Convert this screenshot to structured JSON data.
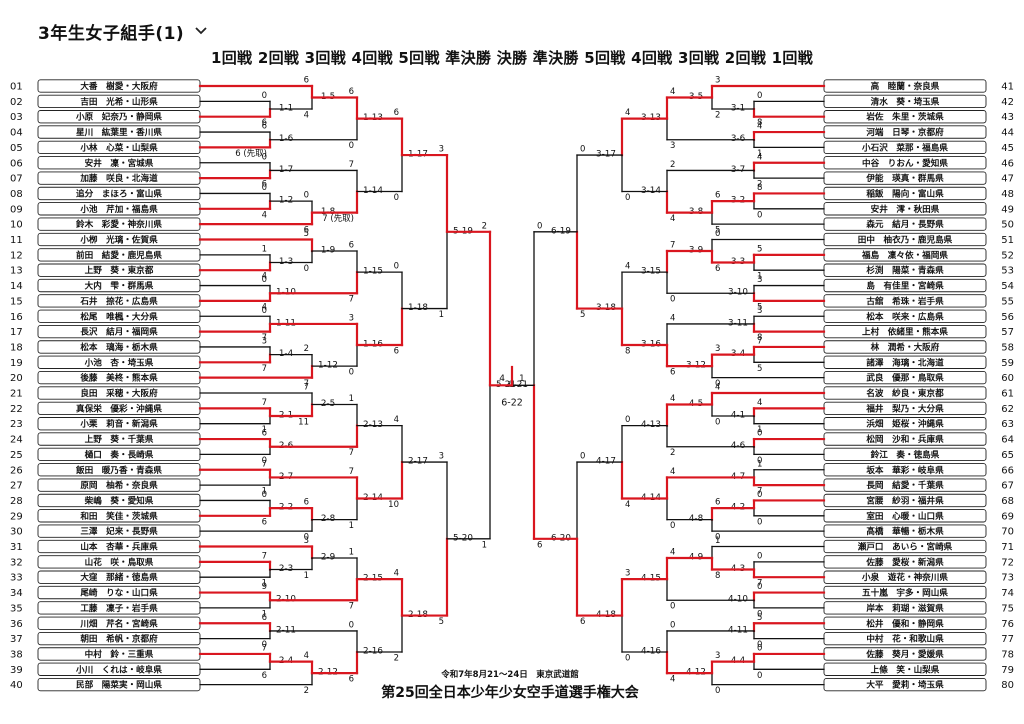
{
  "title": "3年生女子組手(1)",
  "rounds_header": "1回戦 2回戦 3回戦 4回戦 5回戦 準決勝 決勝 準決勝 5回戦 4回戦 3回戦 2回戦 1回戦",
  "colors": {
    "win": "#d9161f",
    "lose": "#111111",
    "box": "#222222"
  },
  "left_players": [
    "大番　樹愛・大阪府",
    "吉田　光希・山形県",
    "小原　妃奈乃・静岡県",
    "星川　紘葉里・香川県",
    "小林　心菜・山梨県",
    "安井　凜・宮城県",
    "加藤　咲良・北海道",
    "追分　まほろ・富山県",
    "小池　芹加・福島県",
    "鈴木　彩愛・神奈川県",
    "小栁　光璃・佐賀県",
    "前田　結愛・鹿児島県",
    "上野　葵・東京都",
    "大内　雫・群馬県",
    "石井　捺花・広島県",
    "松尾　唯楓・大分県",
    "長沢　結月・福岡県",
    "松本　璃海・栃木県",
    "小池　杏・埼玉県",
    "後藤　美柊・熊本県",
    "良田　采穂・大阪府",
    "真保栄　優彩・沖縄県",
    "小栗　莉音・新潟県",
    "上野　葵・千葉県",
    "樋口　奏・長崎県",
    "飯田　暖乃香・青森県",
    "原岡　柚希・奈良県",
    "柴嶋　葵・愛知県",
    "和田　笑佳・茨城県",
    "三澤　妃来・長野県",
    "山本　杏華・兵庫県",
    "山花　咲・鳥取県",
    "大窪　那緒・徳島県",
    "尾崎　りな・山口県",
    "工藤　凜子・岩手県",
    "川畑　芹名・宮崎県",
    "朝田　希帆・京都府",
    "中村　鈴・三重県",
    "小川　くれは・岐阜県",
    "民部　陽菜実・岡山県"
  ],
  "right_players": [
    "高　睦蘭・奈良県",
    "清水　葵・埼玉県",
    "岩佐　朱里・茨城県",
    "河端　日琴・京都府",
    "小石沢　菜那・福島県",
    "中谷　りおん・愛知県",
    "伊能　瑛真・群馬県",
    "稲飯　陽向・富山県",
    "安井　澪・秋田県",
    "森元　結月・長野県",
    "田中　柚衣乃・鹿児島県",
    "福島　凜々依・福岡県",
    "杉渕　陽菜・青森県",
    "島　有佳里・宮崎県",
    "古舘　希珠・岩手県",
    "松本　咲来・広島県",
    "上村　依緒里・熊本県",
    "林　潤希・大阪府",
    "諸澤　海璃・北海道",
    "武良　優那・鳥取県",
    "名波　紗良・東京都",
    "福井　梨乃・大分県",
    "浜畑　姫桜・沖縄県",
    "松岡　沙和・兵庫県",
    "鈴江　奏・徳島県",
    "坂本　華彩・岐阜県",
    "長岡　結愛・千葉県",
    "宮腰　紗羽・福井県",
    "室田　心暖・山口県",
    "髙橋　華暢・栃木県",
    "瀬戸口　あいら・宮崎県",
    "佐藤　愛桜・新潟県",
    "小泉　遊花・神奈川県",
    "五十嵐　宇多・岡山県",
    "岸本　莉瑚・滋賀県",
    "松井　優和・静岡県",
    "中村　花・和歌山県",
    "佐藤　葵月・愛媛県",
    "上條　笑・山梨県",
    "大平　愛莉・埼玉県"
  ],
  "left_seeds": [
    "01",
    "02",
    "03",
    "04",
    "05",
    "06",
    "07",
    "08",
    "09",
    "10",
    "11",
    "12",
    "13",
    "14",
    "15",
    "16",
    "17",
    "18",
    "19",
    "20",
    "21",
    "22",
    "23",
    "24",
    "25",
    "26",
    "27",
    "28",
    "29",
    "30",
    "31",
    "32",
    "33",
    "34",
    "35",
    "36",
    "37",
    "38",
    "39",
    "40"
  ],
  "right_seeds": [
    "41",
    "42",
    "43",
    "44",
    "45",
    "46",
    "47",
    "48",
    "49",
    "50",
    "51",
    "52",
    "53",
    "54",
    "55",
    "56",
    "57",
    "58",
    "59",
    "60",
    "61",
    "62",
    "63",
    "64",
    "65",
    "66",
    "67",
    "68",
    "69",
    "70",
    "71",
    "72",
    "73",
    "74",
    "75",
    "76",
    "77",
    "78",
    "79",
    "80"
  ],
  "left_bouts": [
    {
      "id": "1-1",
      "a": 2,
      "b": 3,
      "sa": "0",
      "sb": "6",
      "w": "b"
    },
    {
      "id": "1-5",
      "a": 1,
      "b": "1-1",
      "sa": "6",
      "sb": "4",
      "w": "a"
    },
    {
      "id": "1-6",
      "a": 4,
      "b": 5,
      "sa": "6",
      "sb": "6 (先取)",
      "w": "b"
    },
    {
      "id": "1-13",
      "a": "1-5",
      "b": "1-6",
      "sa": "6",
      "sb": "0",
      "w": "a"
    },
    {
      "id": "1-7",
      "a": 6,
      "b": 7,
      "sa": "0",
      "sb": "6",
      "w": "b"
    },
    {
      "id": "1-2",
      "a": 8,
      "b": 9,
      "sa": "0",
      "sb": "4",
      "w": "b"
    },
    {
      "id": "1-8",
      "a": "1-2",
      "b": 10,
      "sa": "0",
      "sb": "6",
      "w": "b"
    },
    {
      "id": "1-14",
      "a": "1-7",
      "b": "1-8",
      "sa": "7",
      "sb": "7 (先取)",
      "w": "b"
    },
    {
      "id": "1-17",
      "a": "1-13",
      "b": "1-14",
      "sa": "6",
      "sb": "0",
      "w": "a"
    },
    {
      "id": "1-3",
      "a": 12,
      "b": 13,
      "sa": "1",
      "sb": "4",
      "w": "b"
    },
    {
      "id": "1-9",
      "a": 11,
      "b": "1-3",
      "sa": "5",
      "sb": "0",
      "w": "a"
    },
    {
      "id": "1-10",
      "a": 14,
      "b": 15,
      "sa": "0",
      "sb": "4",
      "w": "b"
    },
    {
      "id": "1-15",
      "a": "1-9",
      "b": "1-10",
      "sa": "6",
      "sb": "7",
      "w": "b"
    },
    {
      "id": "1-11",
      "a": 16,
      "b": 17,
      "sa": "0",
      "sb": "7",
      "w": "b"
    },
    {
      "id": "1-4",
      "a": 18,
      "b": 19,
      "sa": "3",
      "sb": "7",
      "w": "b"
    },
    {
      "id": "1-12",
      "a": "1-4",
      "b": 20,
      "sa": "2",
      "sb": "7",
      "w": "b"
    },
    {
      "id": "1-16",
      "a": "1-11",
      "b": "1-12",
      "sa": "3",
      "sb": "0",
      "w": "a"
    },
    {
      "id": "1-18",
      "a": "1-15",
      "b": "1-16",
      "sa": "0",
      "sb": "6",
      "w": "b"
    },
    {
      "id": "5-19",
      "a": "1-17",
      "b": "1-18",
      "sa": "3",
      "sb": "1",
      "w": "a"
    },
    {
      "id": "2-1",
      "a": 22,
      "b": 23,
      "sa": "7",
      "sb": "1",
      "w": "a"
    },
    {
      "id": "2-5",
      "a": 21,
      "b": "2-1",
      "sa": "7",
      "sb": "11",
      "w": "b"
    },
    {
      "id": "2-6",
      "a": 24,
      "b": 25,
      "sa": "6",
      "sb": "0",
      "w": "a"
    },
    {
      "id": "2-13",
      "a": "2-5",
      "b": "2-6",
      "sa": "1",
      "sb": "7",
      "w": "b"
    },
    {
      "id": "2-7",
      "a": 26,
      "b": 27,
      "sa": "7",
      "sb": "1",
      "w": "a"
    },
    {
      "id": "2-2",
      "a": 28,
      "b": 29,
      "sa": "0",
      "sb": "6",
      "w": "b"
    },
    {
      "id": "2-8",
      "a": "2-2",
      "b": 30,
      "sa": "6",
      "sb": "0",
      "w": "a"
    },
    {
      "id": "2-14",
      "a": "2-7",
      "b": "2-8",
      "sa": "7",
      "sb": "1",
      "w": "a"
    },
    {
      "id": "2-17",
      "a": "2-13",
      "b": "2-14",
      "sa": "4",
      "sb": "10",
      "w": "b"
    },
    {
      "id": "2-3",
      "a": 32,
      "b": 33,
      "sa": "7",
      "sb": "1",
      "w": "a"
    },
    {
      "id": "2-9",
      "a": 31,
      "b": "2-3",
      "sa": "3",
      "sb": "1",
      "w": "a"
    },
    {
      "id": "2-10",
      "a": 34,
      "b": 35,
      "sa": "9",
      "sb": "1",
      "w": "a"
    },
    {
      "id": "2-15",
      "a": "2-9",
      "b": "2-10",
      "sa": "1",
      "sb": "7",
      "w": "b"
    },
    {
      "id": "2-11",
      "a": 36,
      "b": 37,
      "sa": "6",
      "sb": "0",
      "w": "a"
    },
    {
      "id": "2-4",
      "a": 38,
      "b": 39,
      "sa": "7",
      "sb": "6",
      "w": "a"
    },
    {
      "id": "2-12",
      "a": "2-4",
      "b": 40,
      "sa": "4",
      "sb": "2",
      "w": "a"
    },
    {
      "id": "2-16",
      "a": "2-11",
      "b": "2-12",
      "sa": "0",
      "sb": "6",
      "w": "b"
    },
    {
      "id": "2-18",
      "a": "2-15",
      "b": "2-16",
      "sa": "4",
      "sb": "2",
      "w": "a"
    },
    {
      "id": "5-20",
      "a": "2-17",
      "b": "2-18",
      "sa": "3",
      "sb": "5",
      "w": "b"
    },
    {
      "id": "5-21",
      "a": "5-19",
      "b": "5-20",
      "sa": "2",
      "sb": "1",
      "w": "a"
    }
  ],
  "right_bouts": [
    {
      "id": "3-1",
      "a": 42,
      "b": 43,
      "sa": "0",
      "sb": "8",
      "w": "b"
    },
    {
      "id": "3-5",
      "a": 41,
      "b": "3-1",
      "sa": "3",
      "sb": "2",
      "w": "a"
    },
    {
      "id": "3-6",
      "a": 44,
      "b": 45,
      "sa": "4",
      "sb": "1",
      "w": "a"
    },
    {
      "id": "3-13",
      "a": "3-5",
      "b": "3-6",
      "sa": "4",
      "sb": "3",
      "w": "a"
    },
    {
      "id": "3-7",
      "a": 46,
      "b": 47,
      "sa": "4",
      "sb": "2",
      "w": "a"
    },
    {
      "id": "3-2",
      "a": 48,
      "b": 49,
      "sa": "8",
      "sb": "0",
      "w": "a"
    },
    {
      "id": "3-8",
      "a": "3-2",
      "b": 50,
      "sa": "6",
      "sb": "5",
      "w": "a"
    },
    {
      "id": "3-14",
      "a": "3-7",
      "b": "3-8",
      "sa": "2",
      "sb": "4",
      "w": "b"
    },
    {
      "id": "3-17",
      "a": "3-13",
      "b": "3-14",
      "sa": "4",
      "sb": "0",
      "w": "a"
    },
    {
      "id": "3-3",
      "a": 52,
      "b": 53,
      "sa": "5",
      "sb": "1",
      "w": "a"
    },
    {
      "id": "3-9",
      "a": 51,
      "b": "3-3",
      "sa": "0",
      "sb": "6",
      "w": "b"
    },
    {
      "id": "3-10",
      "a": 54,
      "b": 55,
      "sa": "3",
      "sb": "5",
      "w": "b"
    },
    {
      "id": "3-15",
      "a": "3-9",
      "b": "3-10",
      "sa": "7",
      "sb": "0",
      "w": "a"
    },
    {
      "id": "3-11",
      "a": 56,
      "b": 57,
      "sa": "3",
      "sb": "8",
      "w": "b"
    },
    {
      "id": "3-4",
      "a": 58,
      "b": 59,
      "sa": "7",
      "sb": "5",
      "w": "a"
    },
    {
      "id": "3-12",
      "a": "3-4",
      "b": 60,
      "sa": "3",
      "sb": "0",
      "w": "a"
    },
    {
      "id": "3-16",
      "a": "3-11",
      "b": "3-12",
      "sa": "4",
      "sb": "6",
      "w": "b"
    },
    {
      "id": "3-18",
      "a": "3-15",
      "b": "3-16",
      "sa": "4",
      "sb": "8",
      "w": "b"
    },
    {
      "id": "6-19",
      "a": "3-17",
      "b": "3-18",
      "sa": "0",
      "sb": "5",
      "w": "b"
    },
    {
      "id": "4-1",
      "a": 62,
      "b": 63,
      "sa": "4",
      "sb": "1",
      "w": "a"
    },
    {
      "id": "4-5",
      "a": 61,
      "b": "4-1",
      "sa": "4",
      "sb": "0",
      "w": "a"
    },
    {
      "id": "4-6",
      "a": 64,
      "b": 65,
      "sa": "0",
      "sb": "0",
      "w": "a"
    },
    {
      "id": "4-13",
      "a": "4-5",
      "b": "4-6",
      "sa": "4",
      "sb": "2",
      "w": "a"
    },
    {
      "id": "4-7",
      "a": 66,
      "b": 67,
      "sa": "1",
      "sb": "7",
      "w": "b"
    },
    {
      "id": "4-2",
      "a": 68,
      "b": 69,
      "sa": "0",
      "sb": "0",
      "w": "a"
    },
    {
      "id": "4-8",
      "a": "4-2",
      "b": 70,
      "sa": "6",
      "sb": "0",
      "w": "a"
    },
    {
      "id": "4-14",
      "a": "4-7",
      "b": "4-8",
      "sa": "4",
      "sb": "0",
      "w": "a"
    },
    {
      "id": "4-17",
      "a": "4-13",
      "b": "4-14",
      "sa": "0",
      "sb": "4",
      "w": "b"
    },
    {
      "id": "4-3",
      "a": 72,
      "b": 73,
      "sa": "0",
      "sb": "7",
      "w": "b"
    },
    {
      "id": "4-9",
      "a": 71,
      "b": "4-3",
      "sa": "1",
      "sb": "8",
      "w": "b"
    },
    {
      "id": "4-10",
      "a": 74,
      "b": 75,
      "sa": "0",
      "sb": "0",
      "w": "a"
    },
    {
      "id": "4-15",
      "a": "4-9",
      "b": "4-10",
      "sa": "4",
      "sb": "0",
      "w": "a"
    },
    {
      "id": "4-11",
      "a": 76,
      "b": 77,
      "sa": "5",
      "sb": "0",
      "w": "a"
    },
    {
      "id": "4-4",
      "a": 78,
      "b": 79,
      "sa": "0",
      "sb": "0",
      "w": "a"
    },
    {
      "id": "4-12",
      "a": "4-4",
      "b": 80,
      "sa": "3",
      "sb": "0",
      "w": "a"
    },
    {
      "id": "4-16",
      "a": "4-11",
      "b": "4-12",
      "sa": "0",
      "sb": "4",
      "w": "b"
    },
    {
      "id": "4-18",
      "a": "4-15",
      "b": "4-16",
      "sa": "3",
      "sb": "0",
      "w": "a"
    },
    {
      "id": "6-20",
      "a": "4-17",
      "b": "4-18",
      "sa": "0",
      "sb": "6",
      "w": "b"
    },
    {
      "id": "6-21",
      "a": "6-19",
      "b": "6-20",
      "sa": "0",
      "sb": "6",
      "w": "b"
    }
  ],
  "final": {
    "id": "6-22",
    "sa": "4",
    "sb": "1",
    "w": "a"
  },
  "footer": {
    "date_venue": "令和7年8月21〜24日　東京武道館",
    "tournament": "第25回全日本少年少女空手道選手権大会"
  }
}
